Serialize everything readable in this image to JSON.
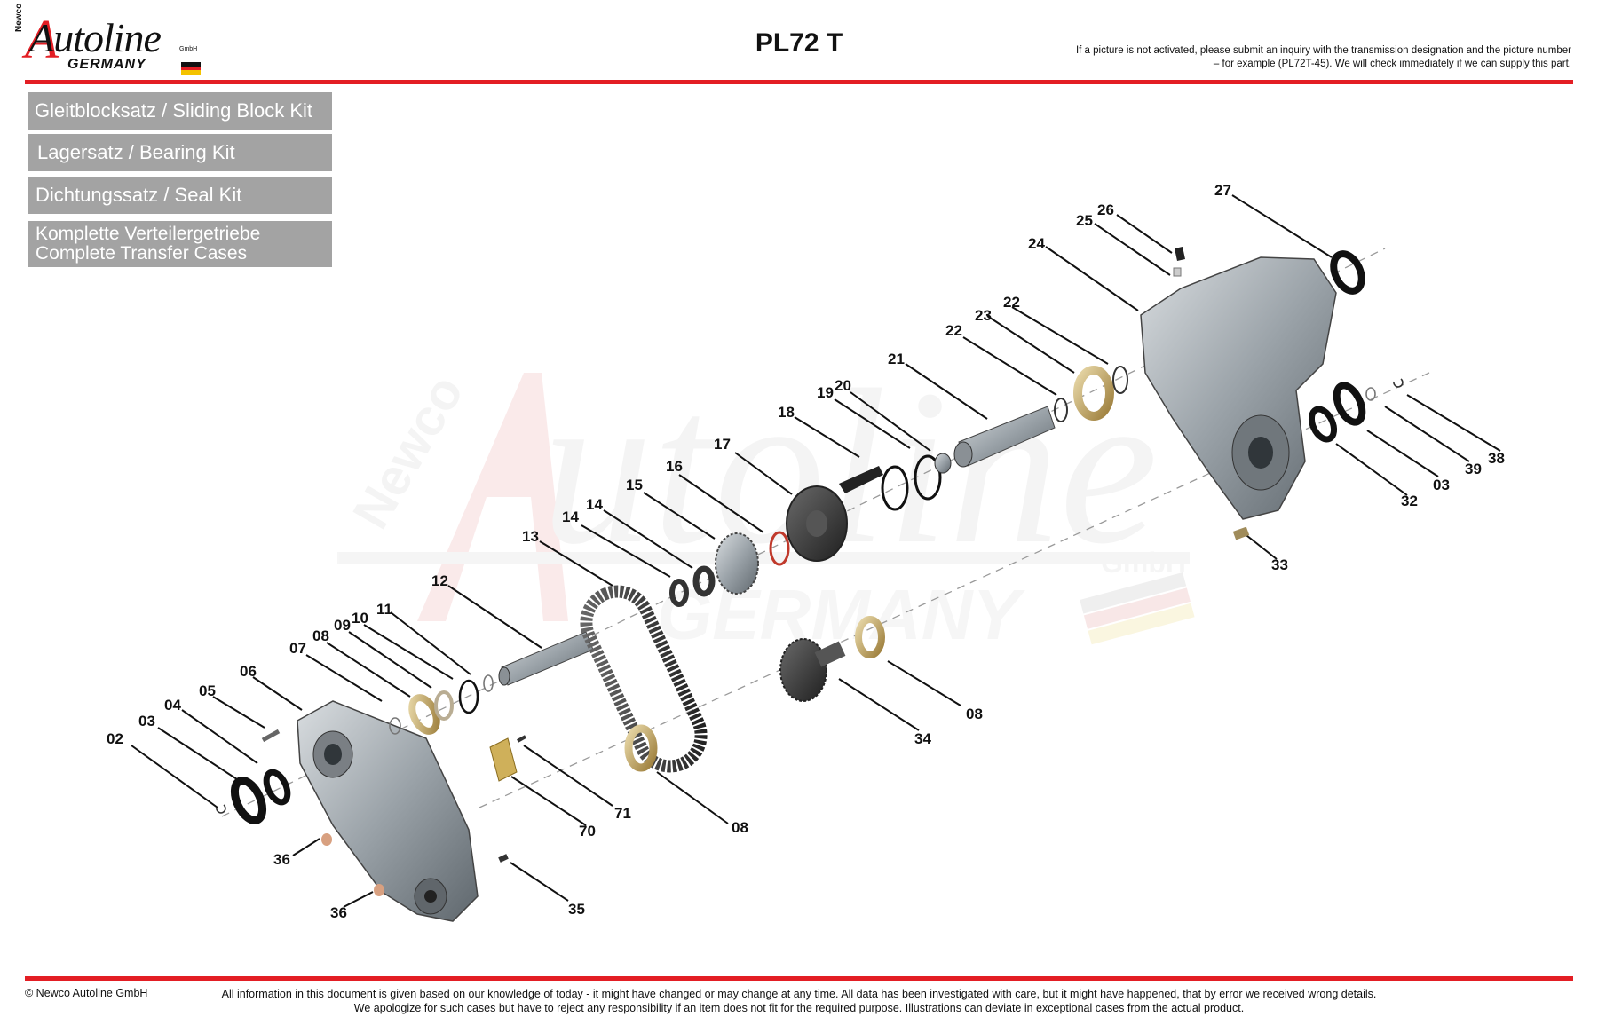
{
  "header": {
    "logo": {
      "brand": "Autoline",
      "sub": "GERMANY",
      "newco": "Newco",
      "gmbh": "GmbH"
    },
    "title": "PL72 T",
    "notice": "If a picture is not activated, please submit an inquiry with the transmission designation and the picture number – for example (PL72T-45). We will check immediately if we can supply this part."
  },
  "kits": [
    {
      "label": "Gleitblocksatz / Sliding Block Kit"
    },
    {
      "label": "Lagersatz / Bearing Kit"
    },
    {
      "label": "Dichtungssatz / Seal Kit"
    },
    {
      "line1": "Komplette Verteilergetriebe",
      "line2": "Complete Transfer Cases"
    }
  ],
  "watermark": {
    "newco": "Newco",
    "brand": "utoline",
    "gmbh": "GmbH",
    "sub": "GERMANY"
  },
  "parts": [
    "02",
    "03",
    "04",
    "05",
    "06",
    "07",
    "08",
    "09",
    "10",
    "11",
    "12",
    "13",
    "14",
    "14",
    "15",
    "16",
    "17",
    "18",
    "19",
    "20",
    "21",
    "22",
    "22",
    "23",
    "24",
    "25",
    "26",
    "27",
    "38",
    "39",
    "03",
    "32",
    "33",
    "08",
    "34",
    "08",
    "71",
    "70",
    "36",
    "36",
    "35"
  ],
  "footer": {
    "copyright": "© Newco Autoline GmbH",
    "disclaimer_line1": "All information in this document is given based on our knowledge of today - it might have changed or may change at any time. All data has been investigated with care, but it might have happened, that by error we received wrong details.",
    "disclaimer_line2": "We apologize for such cases but have to reject any responsibility if an item does not fit for the required purpose. Illustrations can deviate in exceptional cases from the actual product."
  },
  "colors": {
    "accent": "#e31e24",
    "kit_button": "#a3a3a3",
    "watermark": "#eeeeee"
  }
}
